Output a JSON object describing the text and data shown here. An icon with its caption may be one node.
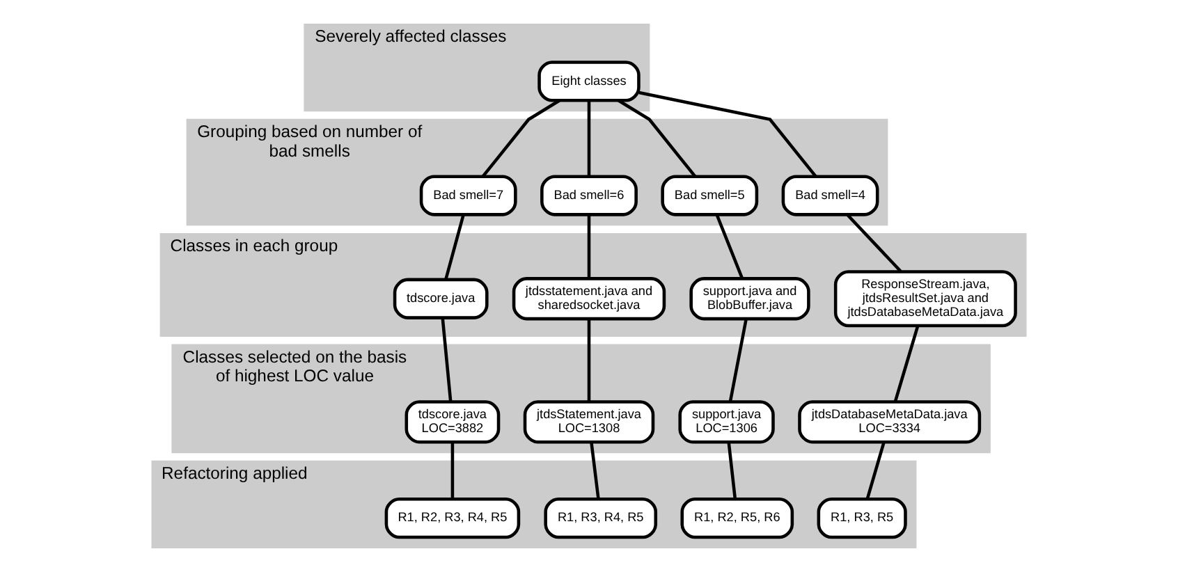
{
  "diagram": {
    "nodes": [
      {
        "text": [
          "Severely affected classes"
        ]
      },
      {
        "text": [
          "Eight classes"
        ],
        "in": 0
      },
      {
        "text": [
          "Grouping based on number of bad smells"
        ]
      },
      {
        "text": [
          "Bad smell=7"
        ],
        "in": 2
      },
      {
        "text": [
          "Bad smell=6"
        ],
        "in": 2
      },
      {
        "text": [
          "Bad smell=5"
        ],
        "in": 2
      },
      {
        "text": [
          "Bad smell=4"
        ],
        "in": 2
      },
      {
        "text": [
          "Classes in each group"
        ]
      },
      {
        "text": [
          "tdscore.java"
        ],
        "in": 7
      },
      {
        "text": [
          "jtdsstatement.java and sharedsocket.java"
        ],
        "in": 7
      },
      {
        "text": [
          "support.java and BlobBuffer.java"
        ],
        "in": 7
      },
      {
        "text": [
          "ResponseStream.java, jtdsResultSet.java and jtdsDatabaseMetaData.java"
        ],
        "in": 7
      },
      {
        "text": [
          "Classes selected on the basis of highest LOC value"
        ]
      },
      {
        "text": [
          "tdscore.java",
          "LOC=3882"
        ],
        "in": 12
      },
      {
        "text": [
          "jtdsStatement.java",
          "LOC=1308"
        ],
        "in": 12
      },
      {
        "text": [
          "support.java",
          "LOC=1306"
        ],
        "in": 12
      },
      {
        "text": [
          "jtdsDatabaseMetaData.java",
          "LOC=3334"
        ],
        "in": 12
      },
      {
        "text": [
          "Refactoring applied"
        ]
      },
      {
        "text": [
          "R1, R2, R3, R4, R5"
        ],
        "in": 17
      },
      {
        "text": [
          "R1, R3, R4, R5"
        ],
        "in": 17
      },
      {
        "text": [
          "R1, R2, R5, R6"
        ],
        "in": 17
      },
      {
        "text": [
          "R1, R3, R5"
        ],
        "in": 17
      }
    ],
    "edges": [
      {
        "from": 1,
        "to": 3,
        "arrow": "none"
      },
      {
        "from": 1,
        "to": 4,
        "arrow": "none"
      },
      {
        "from": 1,
        "to": 5,
        "arrow": "none"
      },
      {
        "from": 1,
        "to": 6,
        "arrow": "none"
      },
      {
        "from": 3,
        "to": 8,
        "arrow": "none"
      },
      {
        "from": 4,
        "to": 9,
        "arrow": "none"
      },
      {
        "from": 5,
        "to": 10,
        "arrow": "none"
      },
      {
        "from": 6,
        "to": 11,
        "arrow": "none"
      },
      {
        "from": 8,
        "to": 13,
        "arrow": "none"
      },
      {
        "from": 9,
        "to": 14,
        "arrow": "none"
      },
      {
        "from": 10,
        "to": 15,
        "arrow": "none"
      },
      {
        "from": 11,
        "to": 16,
        "arrow": "none"
      },
      {
        "from": 13,
        "to": 18,
        "arrow": "none"
      },
      {
        "from": 14,
        "to": 19,
        "arrow": "none"
      },
      {
        "from": 15,
        "to": 20,
        "arrow": "none"
      },
      {
        "from": 16,
        "to": 21,
        "arrow": "none"
      }
    ]
  }
}
